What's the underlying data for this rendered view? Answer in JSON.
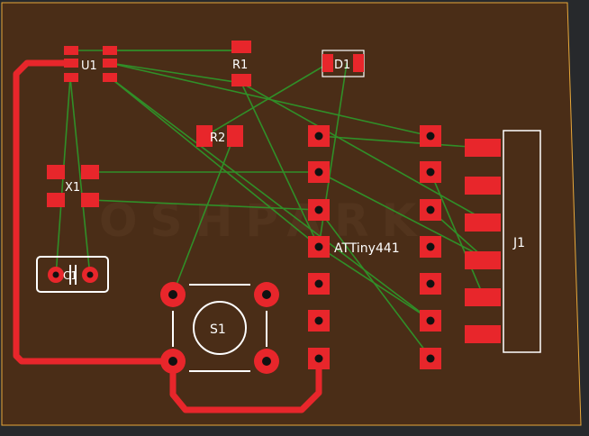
{
  "board": {
    "background_color": "#27292c",
    "board_color": "#4a2d17",
    "outline_color": "#e8a83a",
    "copper_color": "#e8262b",
    "ratsnest_color": "#2e9a2a",
    "silk_color": "#ffffff"
  },
  "components": {
    "u1": "U1",
    "r1": "R1",
    "d1": "D1",
    "r2": "R2",
    "x1": "X1",
    "c1": "C1",
    "s1": "S1",
    "mcu": "ATTiny441",
    "j1": "J1"
  },
  "watermark": "OSHPARK"
}
